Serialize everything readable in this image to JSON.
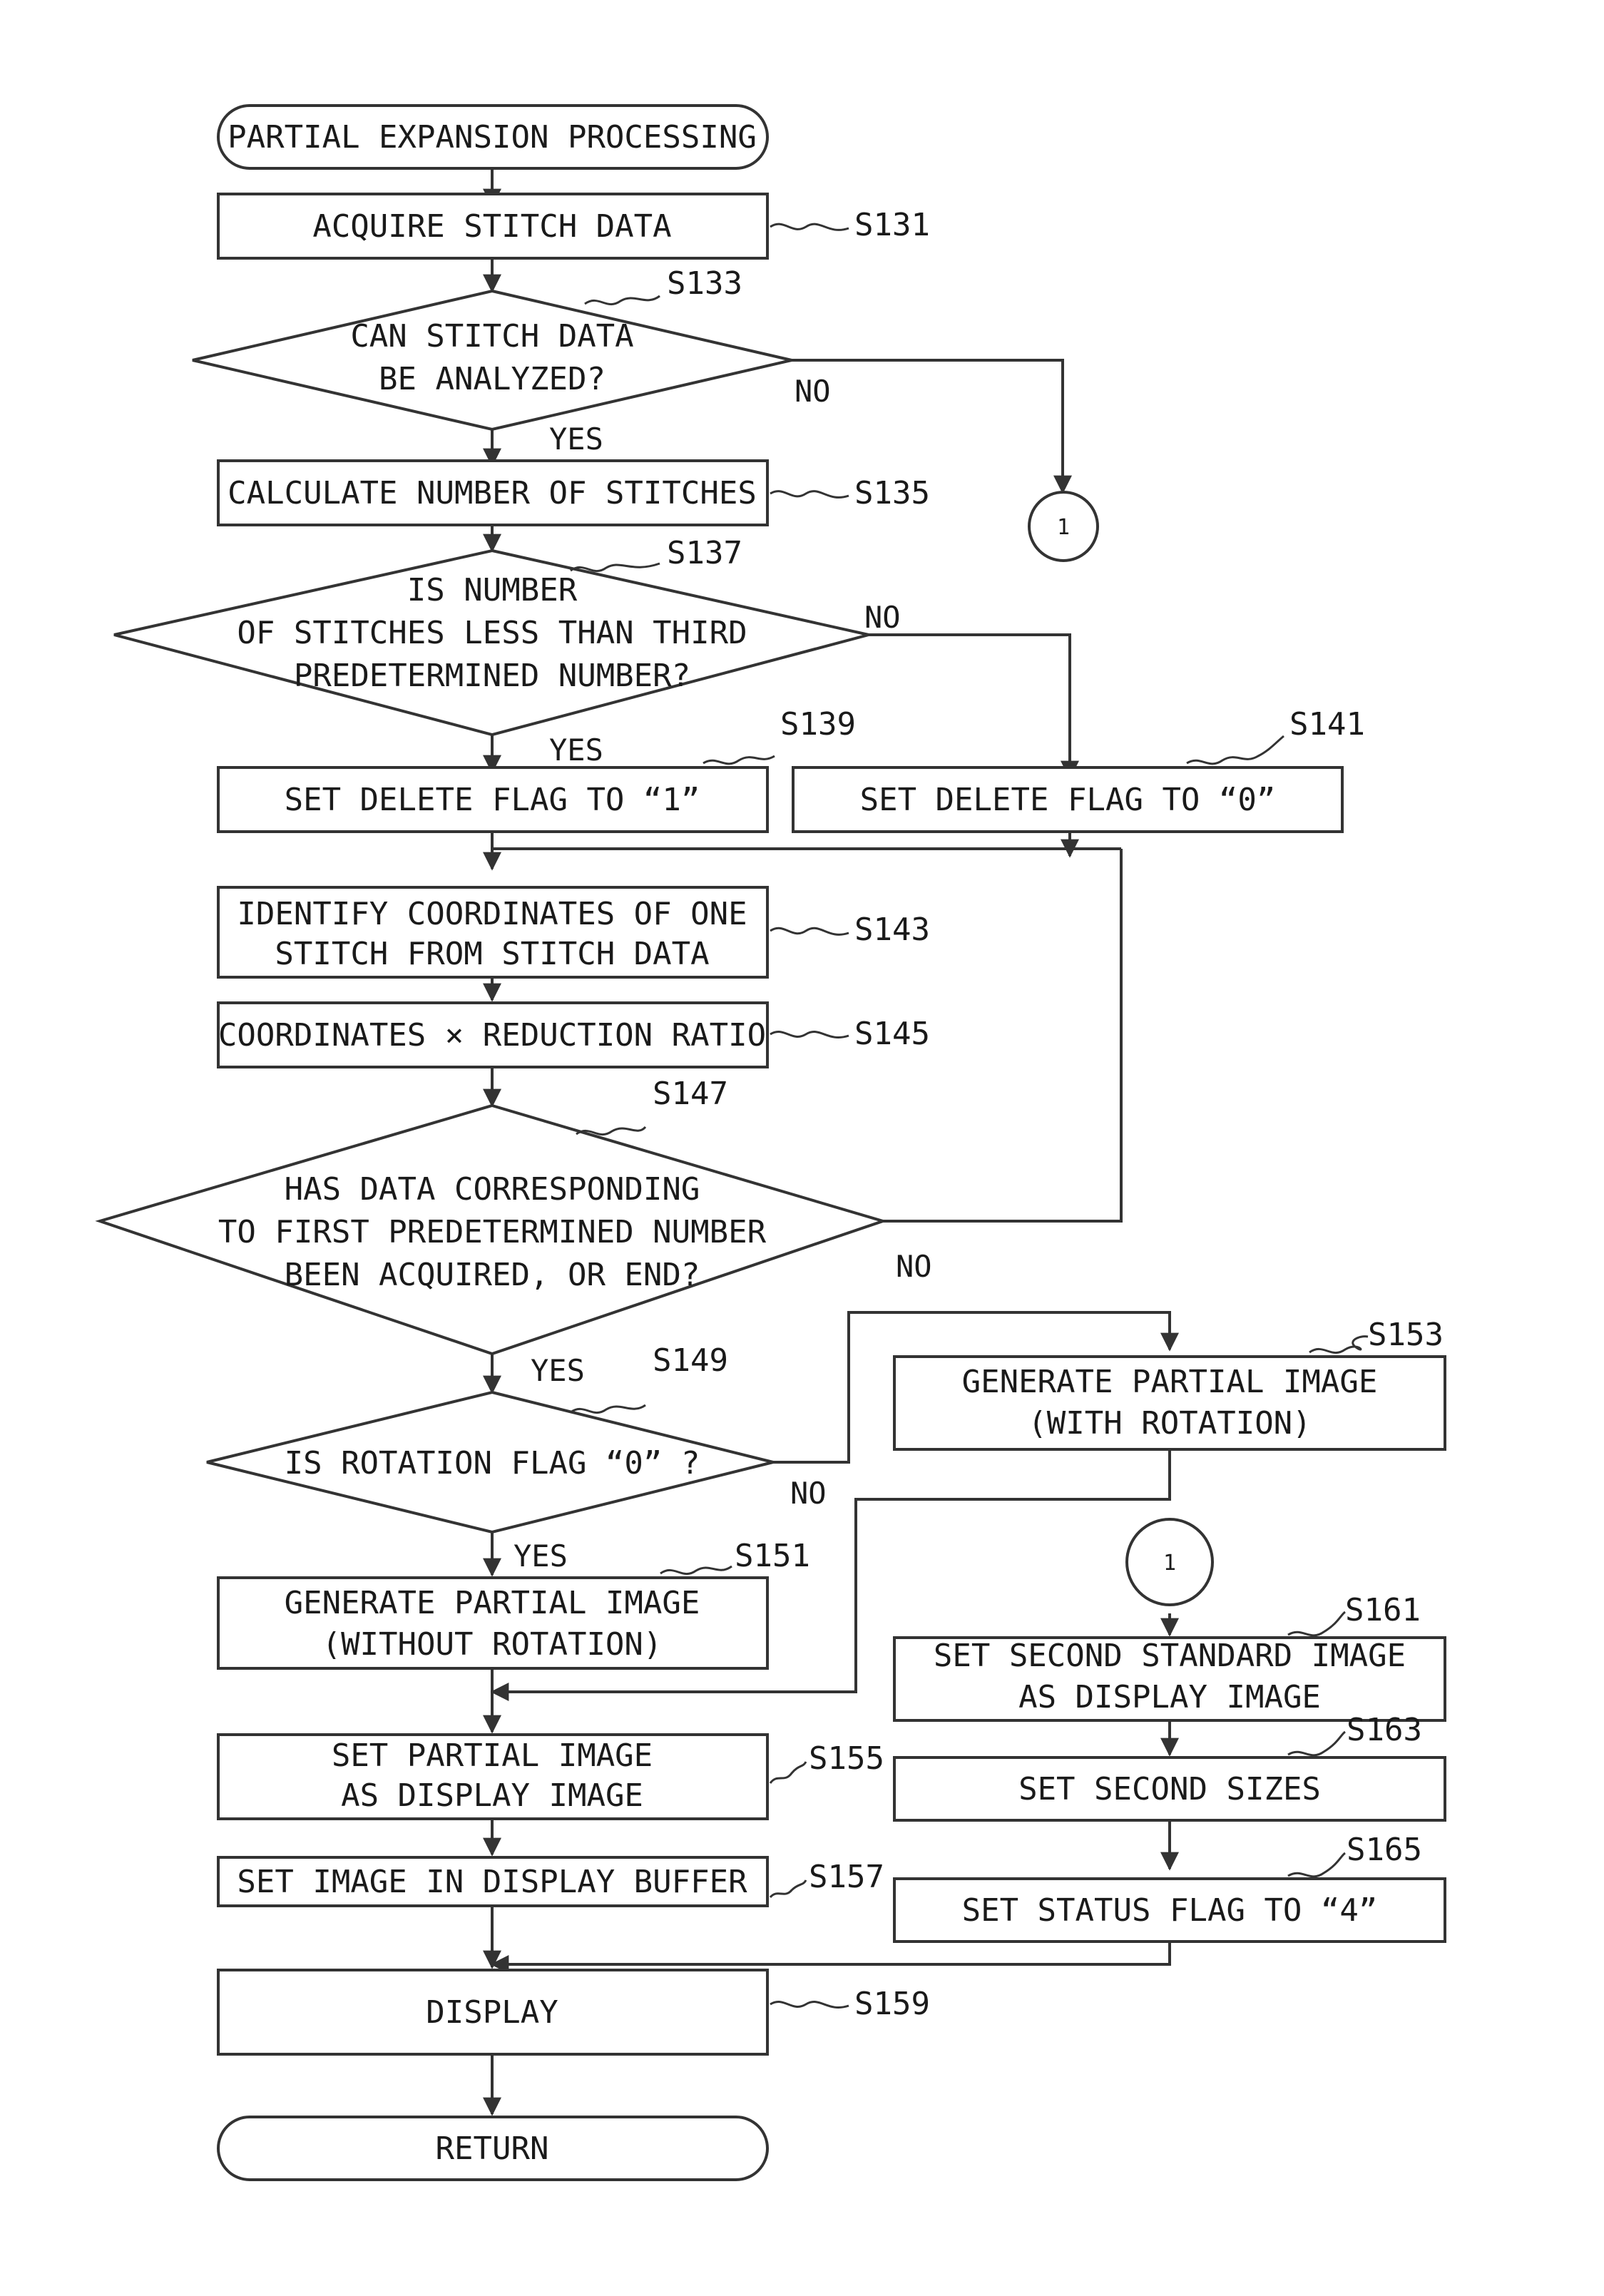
{
  "nodes": {
    "start": {
      "text": "PARTIAL EXPANSION PROCESSING"
    },
    "s131": {
      "step": "S131",
      "lines": [
        "ACQUIRE STITCH DATA"
      ]
    },
    "s133": {
      "step": "S133",
      "lines": [
        "CAN STITCH DATA",
        "BE ANALYZED?"
      ]
    },
    "s135": {
      "step": "S135",
      "lines": [
        "CALCULATE NUMBER OF STITCHES"
      ]
    },
    "s137": {
      "step": "S137",
      "lines": [
        "IS NUMBER",
        "OF STITCHES LESS THAN THIRD",
        "PREDETERMINED NUMBER?"
      ]
    },
    "s139": {
      "step": "S139",
      "lines": [
        "SET DELETE FLAG TO  “1”"
      ]
    },
    "s141": {
      "step": "S141",
      "lines": [
        "SET DELETE FLAG TO  “0”"
      ]
    },
    "s143": {
      "step": "S143",
      "lines": [
        "IDENTIFY COORDINATES OF ONE",
        "STITCH FROM STITCH DATA"
      ]
    },
    "s145": {
      "step": "S145",
      "lines": [
        "COORDINATES × REDUCTION RATIO"
      ]
    },
    "s147": {
      "step": "S147",
      "lines": [
        "HAS DATA CORRESPONDING",
        "TO FIRST PREDETERMINED NUMBER",
        "BEEN ACQUIRED, OR END?"
      ]
    },
    "s149": {
      "step": "S149",
      "lines": [
        "IS ROTATION FLAG  “0” ?"
      ]
    },
    "s151": {
      "step": "S151",
      "lines": [
        "GENERATE PARTIAL IMAGE",
        "(WITHOUT ROTATION)"
      ]
    },
    "s153": {
      "step": "S153",
      "lines": [
        "GENERATE PARTIAL IMAGE",
        "(WITH ROTATION)"
      ]
    },
    "s155": {
      "step": "S155",
      "lines": [
        "SET PARTIAL IMAGE",
        "AS DISPLAY IMAGE"
      ]
    },
    "s157": {
      "step": "S157",
      "lines": [
        "SET IMAGE IN DISPLAY BUFFER"
      ]
    },
    "s159": {
      "step": "S159",
      "lines": [
        "DISPLAY"
      ]
    },
    "s161": {
      "step": "S161",
      "lines": [
        "SET SECOND STANDARD IMAGE",
        "AS DISPLAY IMAGE"
      ]
    },
    "s163": {
      "step": "S163",
      "lines": [
        "SET SECOND SIZES"
      ]
    },
    "s165": {
      "step": "S165",
      "lines": [
        "SET STATUS FLAG TO  “4”"
      ]
    },
    "end": {
      "text": "RETURN"
    }
  },
  "connector": {
    "label": "1"
  },
  "branches": {
    "yes": "YES",
    "no": "NO"
  }
}
